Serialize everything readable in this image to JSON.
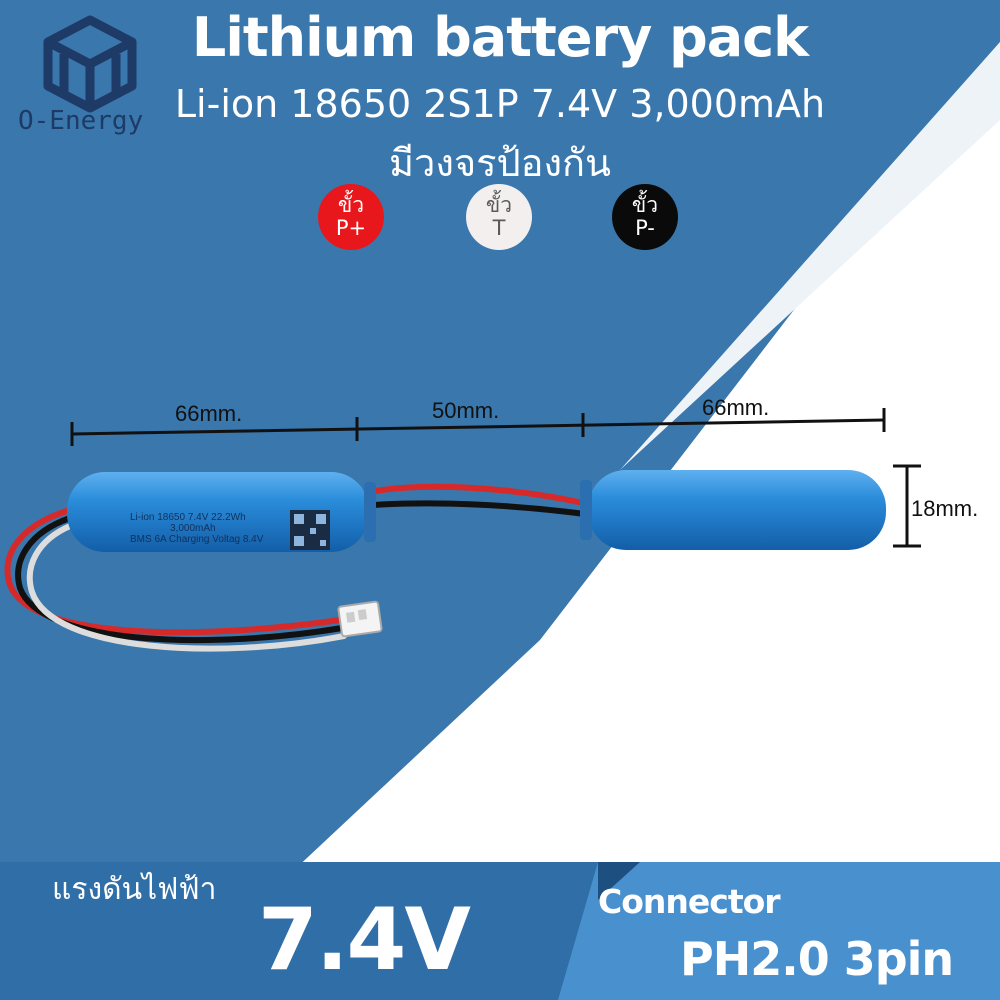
{
  "header": {
    "title": "Lithium battery pack",
    "subtitle": "Li-ion 18650 2S1P 7.4V 3,000mAh",
    "subtitle2": "มีวงจรป้องกัน"
  },
  "brand": {
    "logo_text": "O-Energy",
    "logo_icon": "cube-logo-icon"
  },
  "terminals": [
    {
      "prefix": "ขั้ว",
      "label": "P+",
      "color": "#e8171c",
      "text_color": "#ffffff"
    },
    {
      "prefix": "ขั้ว",
      "label": "T",
      "color": "#f3efef",
      "text_color": "#5a5a5a"
    },
    {
      "prefix": "ขั้ว",
      "label": "P-",
      "color": "#0a0a0a",
      "text_color": "#ffffff"
    }
  ],
  "dimensions": {
    "cell_length_left": "66mm.",
    "gap": "50mm.",
    "cell_length_right": "66mm.",
    "diameter": "18mm."
  },
  "cell_label": {
    "line1": "Li-ion 18650  7.4V 22.2Wh",
    "line2": "3,000mAh",
    "line3": "BMS 6A  Charging Voltag 8.4V"
  },
  "voltage": {
    "label": "แรงดันไฟฟ้า",
    "value": "7.4V"
  },
  "connector": {
    "label": "Connector",
    "value": "PH2.0 3pin"
  },
  "colors": {
    "background_blue": "#3a77ac",
    "light_panel": "#ffffff",
    "cell_blue": "#1f7fd0",
    "bottom_panel": "#2f6ea6",
    "connector_panel": "#4990cf"
  }
}
